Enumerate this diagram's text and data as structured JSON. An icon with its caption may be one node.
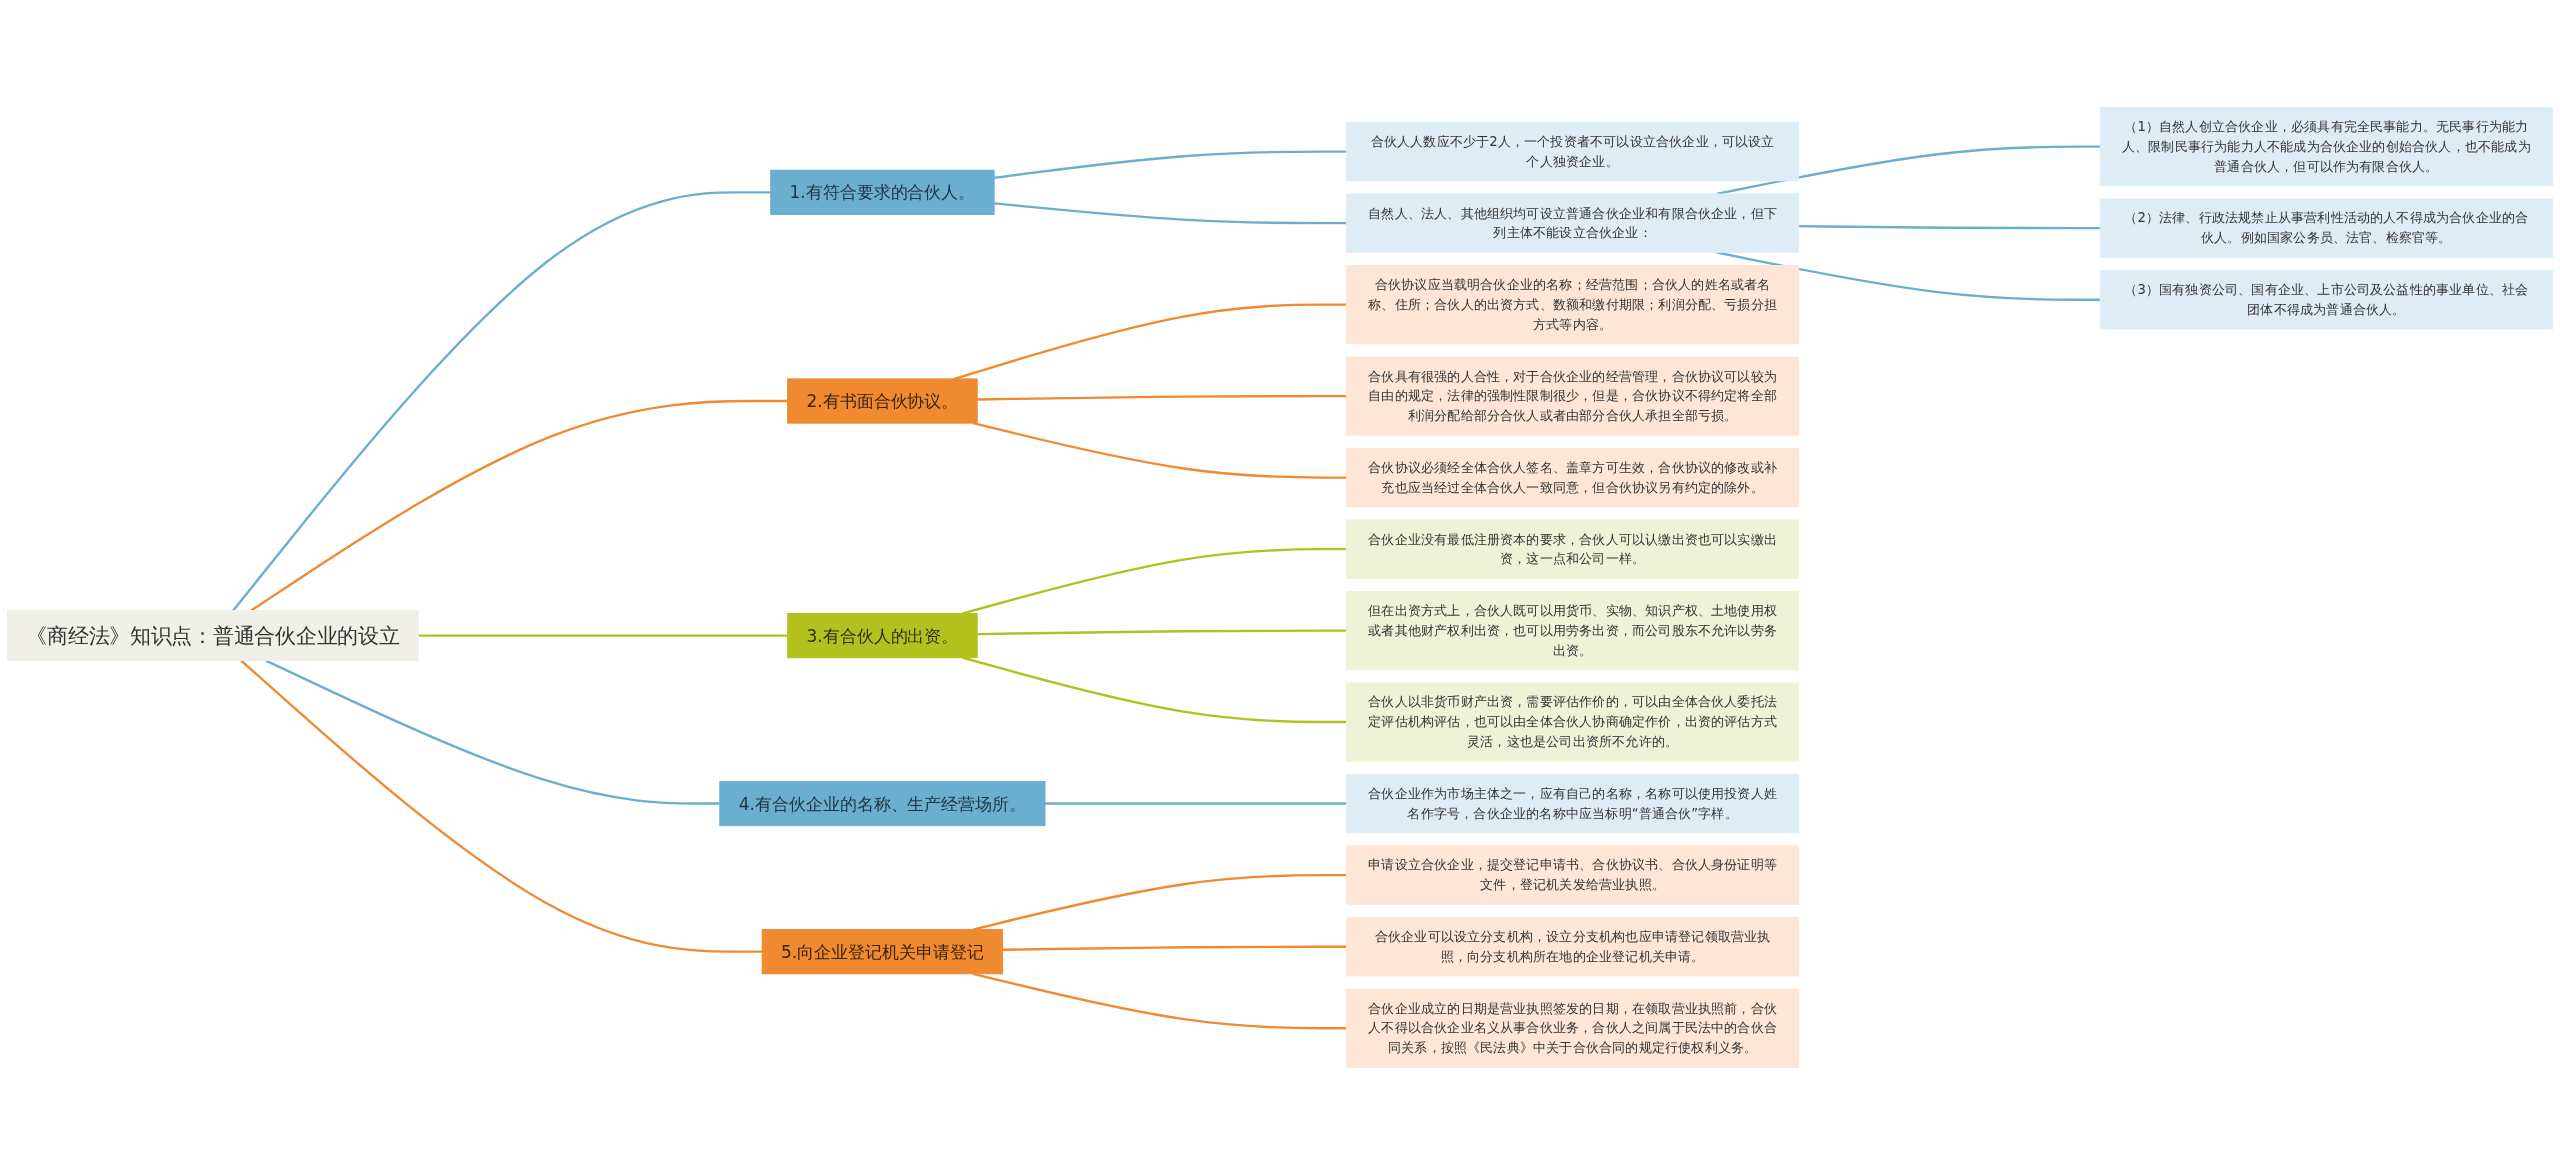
{
  "diagram": {
    "nodes": [
      {
        "text": [
          "《商经法》知识点：普通合伙企业的设立"
        ]
      },
      {
        "text": [
          "1.有符合要求的合伙人。"
        ]
      },
      {
        "text": [
          "合伙人人数应不少于2人，一个投资者不可以设立合伙企业，可以设立个人独资企业。"
        ]
      },
      {
        "text": [
          "自然人、法人、其他组织均可设立普通合伙企业和有限合伙企业，但下列主体不能设立合伙企业："
        ]
      },
      {
        "text": [
          "（1）自然人创立合伙企业，必须具有完全民事能力。无民事行为能力人、限制民事行为能力人不能成为合伙企业的创始合伙人，也不能成为普通合伙人，但可以作为有限合伙人。"
        ]
      },
      {
        "text": [
          "（2）法律、行政法规禁止从事营利性活动的人不得成为合伙企业的合伙人。例如国家公务员、法官、检察官等。"
        ]
      },
      {
        "text": [
          "（3）国有独资公司、国有企业、上市公司及公益性的事业单位、社会团体不得成为普通合伙人。"
        ]
      },
      {
        "text": [
          "2.有书面合伙协议。"
        ]
      },
      {
        "text": [
          "合伙协议应当载明合伙企业的名称；经营范围；合伙人的姓名或者名称、住所；合伙人的出资方式、数额和缴付期限；利润分配、亏损分担方式等内容。"
        ]
      },
      {
        "text": [
          "合伙具有很强的人合性，对于合伙企业的经营管理，合伙协议可以较为自由的规定，法律的强制性限制很少，但是，合伙协议不得约定将全部利润分配给部分合伙人或者由部分合伙人承担全部亏损。"
        ]
      },
      {
        "text": [
          "合伙协议必须经全体合伙人签名、盖章方可生效，合伙协议的修改或补充也应当经过全体合伙人一致同意，但合伙协议另有约定的除外。"
        ]
      },
      {
        "text": [
          "3.有合伙人的出资。"
        ]
      },
      {
        "text": [
          "合伙企业没有最低注册资本的要求，合伙人可以认缴出资也可以实缴出资，这一点和公司一样。"
        ]
      },
      {
        "text": [
          "但在出资方式上，合伙人既可以用货币、实物、知识产权、土地使用权或者其他财产权利出资，也可以用劳务出资，而公司股东不允许以劳务出资。"
        ]
      },
      {
        "text": [
          "合伙人以非货币财产出资，需要评估作价的，可以由全体合伙人委托法定评估机构评估，也可以由全体合伙人协商确定作价，出资的评估方式灵活，这也是公司出资所不允许的。"
        ]
      },
      {
        "text": [
          "4.有合伙企业的名称、生产经营场所。"
        ]
      },
      {
        "text": [
          "合伙企业作为市场主体之一，应有自己的名称，名称可以使用投资人姓名作字号，合伙企业的名称中应当标明“普通合伙”字样。"
        ]
      },
      {
        "text": [
          "5.向企业登记机关申请登记"
        ]
      },
      {
        "text": [
          "申请设立合伙企业，提交登记申请书、合伙协议书、合伙人身份证明等文件，登记机关发给营业执照。"
        ]
      },
      {
        "text": [
          "合伙企业可以设立分支机构，设立分支机构也应申请登记领取营业执照，向分支机构所在地的企业登记机关申请。"
        ]
      },
      {
        "text": [
          "合伙企业成立的日期是营业执照签发的日期，在领取营业执照前，合伙人不得以合伙企业名义从事合伙业务，合伙人之间属于民法中的合伙合同关系，按照《民法典》中关于合伙合同的规定行使权利义务。"
        ]
      }
    ],
    "edges": [
      {
        "from": 0,
        "to": 1,
        "arrow": "none",
        "color": "#6aaed0"
      },
      {
        "from": 1,
        "to": 2,
        "arrow": "none",
        "color": "#6aaed0"
      },
      {
        "from": 1,
        "to": 3,
        "arrow": "none",
        "color": "#6aaed0"
      },
      {
        "from": 3,
        "to": 4,
        "arrow": "none",
        "color": "#6aaed0"
      },
      {
        "from": 3,
        "to": 5,
        "arrow": "none",
        "color": "#6aaed0"
      },
      {
        "from": 3,
        "to": 6,
        "arrow": "none",
        "color": "#6aaed0"
      },
      {
        "from": 0,
        "to": 7,
        "arrow": "none",
        "color": "#ef8a30"
      },
      {
        "from": 7,
        "to": 8,
        "arrow": "none",
        "color": "#ef8a30"
      },
      {
        "from": 7,
        "to": 9,
        "arrow": "none",
        "color": "#ef8a30"
      },
      {
        "from": 7,
        "to": 10,
        "arrow": "none",
        "color": "#ef8a30"
      },
      {
        "from": 0,
        "to": 11,
        "arrow": "none",
        "color": "#b3c11f"
      },
      {
        "from": 11,
        "to": 12,
        "arrow": "none",
        "color": "#b3c11f"
      },
      {
        "from": 11,
        "to": 13,
        "arrow": "none",
        "color": "#b3c11f"
      },
      {
        "from": 11,
        "to": 14,
        "arrow": "none",
        "color": "#b3c11f"
      },
      {
        "from": 0,
        "to": 15,
        "arrow": "none",
        "color": "#6aaed0"
      },
      {
        "from": 15,
        "to": 16,
        "arrow": "none",
        "color": "#6aaed0"
      },
      {
        "from": 0,
        "to": 17,
        "arrow": "none",
        "color": "#ef8a30"
      },
      {
        "from": 17,
        "to": 18,
        "arrow": "none",
        "color": "#ef8a30"
      },
      {
        "from": 17,
        "to": 19,
        "arrow": "none",
        "color": "#ef8a30"
      },
      {
        "from": 17,
        "to": 20,
        "arrow": "none",
        "color": "#ef8a30"
      }
    ]
  }
}
